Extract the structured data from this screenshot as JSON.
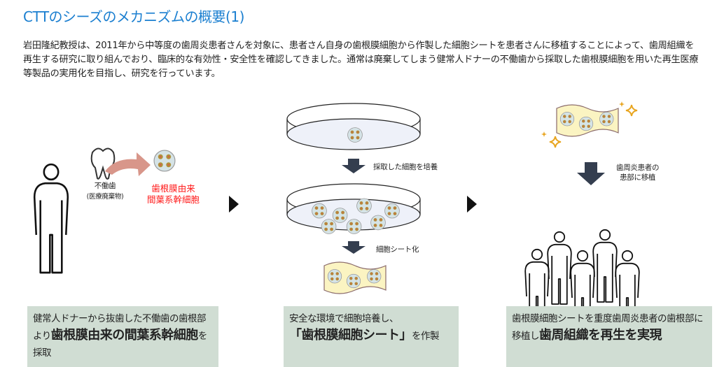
{
  "title": "CTTのシーズのメカニズムの概要(1)",
  "intro": "岩田隆紀教授は、2011年から中等度の歯周炎患者さんを対象に、患者さん自身の歯根膜細胞から作製した細胞シートを患者さんに移植することによって、歯周組織を再生する研究に取り組んでおり、臨床的な有効性・安全性を確認してきました。通常は廃棄してしまう健常人ドナーの不働歯から採取した歯根膜細胞を用いた再生医療等製品の実用化を目指し、研究を行っています。",
  "step1": {
    "tooth_label": "不働歯",
    "tooth_sub": "(医療廃棄物)",
    "cell_label_1": "歯根膜由来",
    "cell_label_2": "間葉系幹細胞",
    "box_a": "健常人ドナーから抜歯した不働歯の歯根部より",
    "box_b": "歯根膜由来の間葉系幹細胞",
    "box_c": "を採取"
  },
  "step2": {
    "arrow1": "採取した細胞を培養",
    "arrow2": "細胞シート化",
    "box_a": "安全な環境で細胞培養し、",
    "box_b": "「歯根膜細胞シート」",
    "box_c": "を作製"
  },
  "step3": {
    "arrow_1": "歯周炎患者の",
    "arrow_2": "患部に移植",
    "box_a": "歯根膜細胞シートを重度歯周炎患者の歯根部に移植し",
    "box_b": "歯周組織を再生を実現"
  },
  "colors": {
    "title": "#1b7fd0",
    "box": "#d0ddd3",
    "arrow": "#343e4f",
    "accent": "#ff1a1a"
  }
}
